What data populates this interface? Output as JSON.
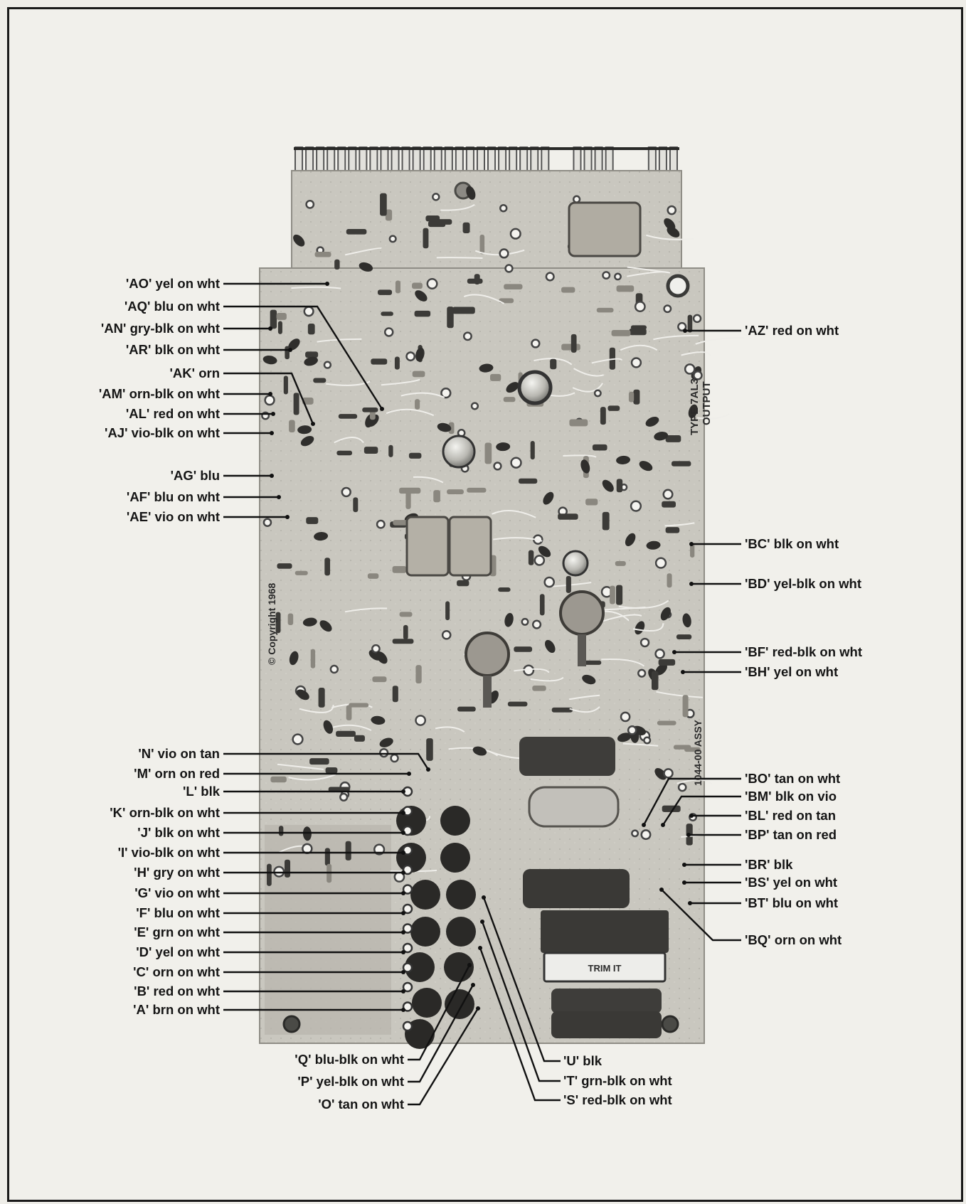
{
  "board": {
    "type_line1": "TYPE 7AL3",
    "type_line2": "OUTPUT",
    "assy": "1044-00 ASSY",
    "copyright": "© Copyright 1968",
    "trimit": "TRIM IT"
  },
  "callouts": {
    "left": [
      "'AO' yel on wht",
      "'AQ' blu on wht",
      "'AN' gry-blk on wht",
      "'AR' blk on wht",
      "'AK' orn",
      "'AM' orn-blk on wht",
      "'AL' red on wht",
      "'AJ' vio-blk on wht",
      "'AG' blu",
      "'AF' blu on wht",
      "'AE' vio on wht",
      "'N' vio on tan",
      "'M' orn on red",
      "'L' blk",
      "'K' orn-blk on wht",
      "'J' blk on wht",
      "'I' vio-blk on wht",
      "'H' gry on wht",
      "'G' vio on wht",
      "'F' blu on wht",
      "'E' grn on wht",
      "'D' yel on wht",
      "'C' orn on wht",
      "'B' red on wht",
      "'A' brn on wht"
    ],
    "right": [
      "'AZ' red on wht",
      "'BC' blk on wht",
      "'BD' yel-blk on wht",
      "'BF' red-blk on wht",
      "'BH' yel on wht",
      "'BO' tan on wht",
      "'BM' blk on vio",
      "'BL' red on tan",
      "'BP' tan on red",
      "'BR' blk",
      "'BS' yel on wht",
      "'BT' blu on wht",
      "'BQ' orn on wht"
    ],
    "bottom_left": [
      "'Q' blu-blk on wht",
      "'P' yel-blk on wht",
      "'O' tan on wht"
    ],
    "bottom_right": [
      "'U' blk",
      "'T' grn-blk on wht",
      "'S' red-blk on wht"
    ]
  }
}
